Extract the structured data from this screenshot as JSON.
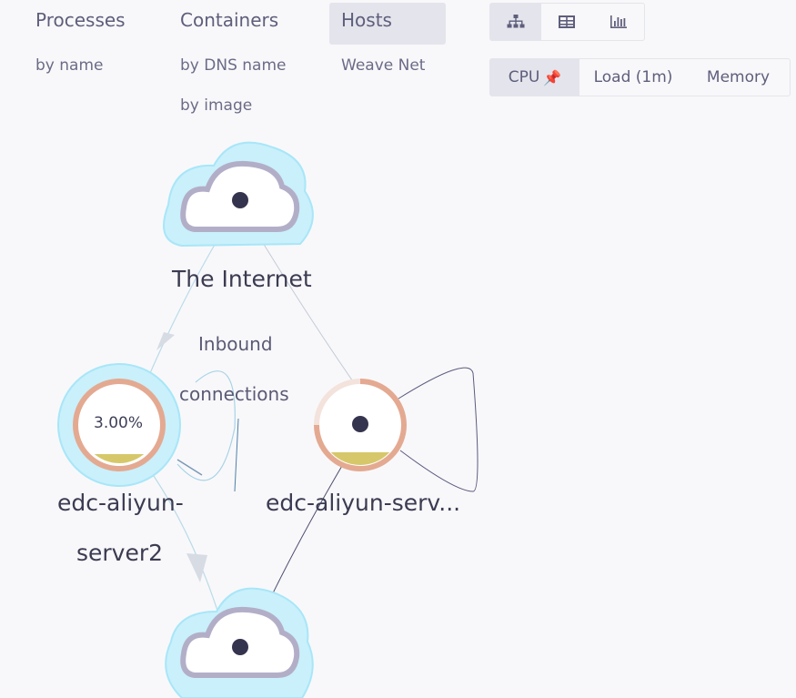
{
  "topology": {
    "processes": {
      "label": "Processes",
      "subs": [
        "by name"
      ]
    },
    "containers": {
      "label": "Containers",
      "subs": [
        "by DNS name",
        "by image"
      ]
    },
    "hosts": {
      "label": "Hosts",
      "subs": [
        "Weave Net"
      ]
    }
  },
  "view_modes": [
    {
      "name": "graph-view-icon",
      "active": true
    },
    {
      "name": "table-view-icon",
      "active": false
    },
    {
      "name": "resources-view-icon",
      "active": false
    }
  ],
  "metrics": [
    {
      "label": "CPU",
      "pinned": true,
      "active": true
    },
    {
      "label": "Load (1m)",
      "pinned": false,
      "active": false
    },
    {
      "label": "Memory",
      "pinned": false,
      "active": false
    }
  ],
  "graph": {
    "internet_label": "The Internet",
    "inbound_line1": "Inbound",
    "inbound_line2": "connections",
    "node1_line1": "edc-aliyun-",
    "node1_line2": "server2",
    "node1_metric": "3.00%",
    "node2_label": "edc-aliyun-serv..."
  },
  "colors": {
    "accent": "#e3542c",
    "cloud_glow": "#c9f0fb",
    "ring": "#e4a991",
    "fill": "#d6c86a"
  }
}
